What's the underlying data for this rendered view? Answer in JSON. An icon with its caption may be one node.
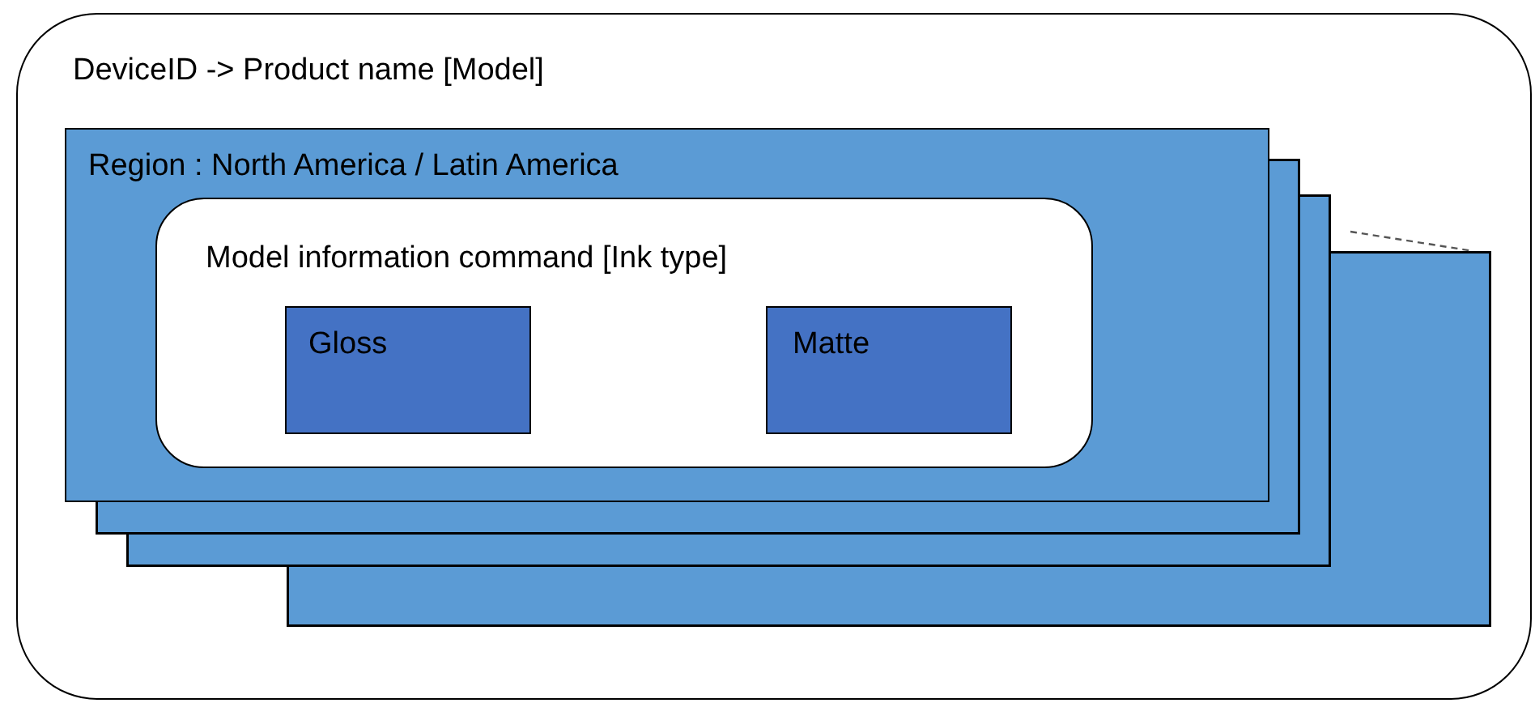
{
  "diagram": {
    "nodes": [
      {
        "text": [
          "DeviceID -> Product name [Model]"
        ]
      },
      {
        "text": [
          "Region : North America / Latin America"
        ],
        "in": 0
      },
      {
        "text": [
          "Model information command [Ink type]"
        ],
        "in": 1
      },
      {
        "text": [
          "Gloss"
        ],
        "in": 2
      },
      {
        "text": [
          "Matte"
        ],
        "in": 2
      }
    ]
  }
}
